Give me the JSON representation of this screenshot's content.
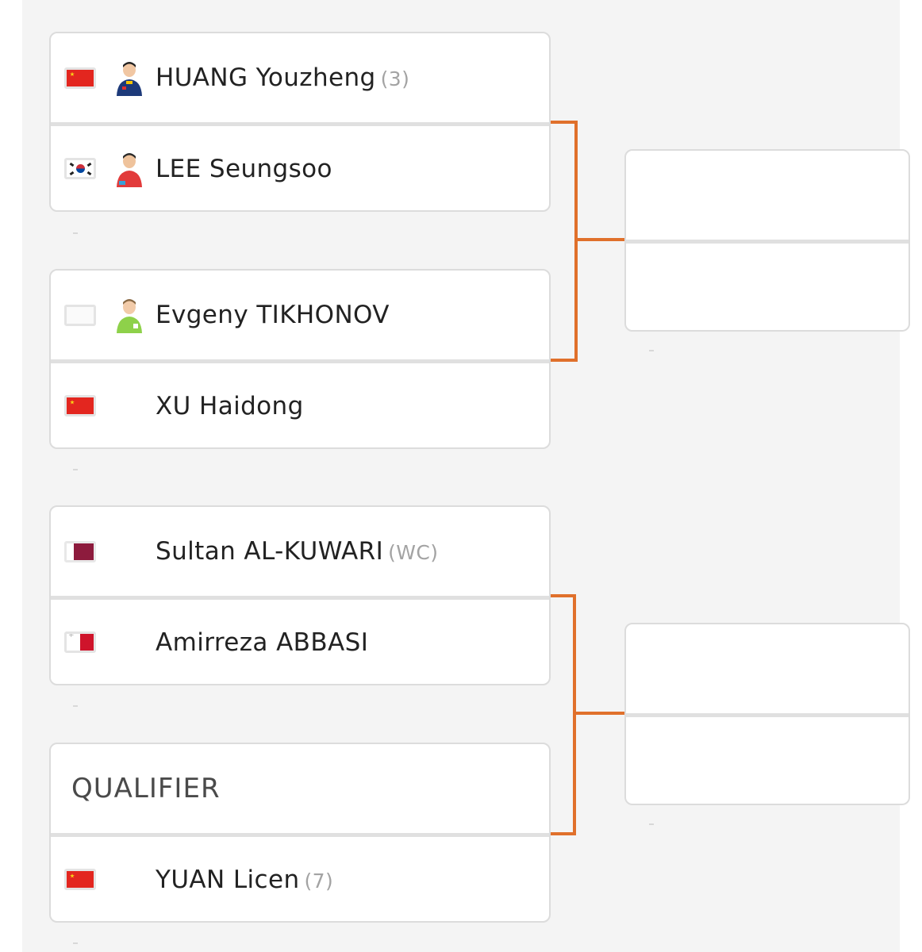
{
  "bracket": {
    "matches": [
      {
        "players": [
          {
            "flag": "china-flag",
            "avatar": "player-photo",
            "name": "HUANG Youzheng",
            "seed": "(3)"
          },
          {
            "flag": "south-korea-flag",
            "avatar": "player-photo",
            "name": "LEE Seungsoo",
            "seed": ""
          }
        ]
      },
      {
        "players": [
          {
            "flag": "blank-flag",
            "avatar": "player-photo",
            "name": "Evgeny TIKHONOV",
            "seed": ""
          },
          {
            "flag": "china-flag",
            "avatar": "",
            "name": "XU Haidong",
            "seed": ""
          }
        ]
      },
      {
        "players": [
          {
            "flag": "qatar-flag",
            "avatar": "",
            "name": "Sultan AL-KUWARI",
            "seed": "(WC)"
          },
          {
            "flag": "malta-flag",
            "avatar": "",
            "name": "Amirreza ABBASI",
            "seed": ""
          }
        ]
      },
      {
        "players": [
          {
            "flag": "",
            "avatar": "",
            "name": "QUALIFIER",
            "seed": ""
          },
          {
            "flag": "china-flag",
            "avatar": "",
            "name": "YUAN Licen",
            "seed": "(7)"
          }
        ]
      }
    ],
    "connector_color": "#e0702b"
  }
}
